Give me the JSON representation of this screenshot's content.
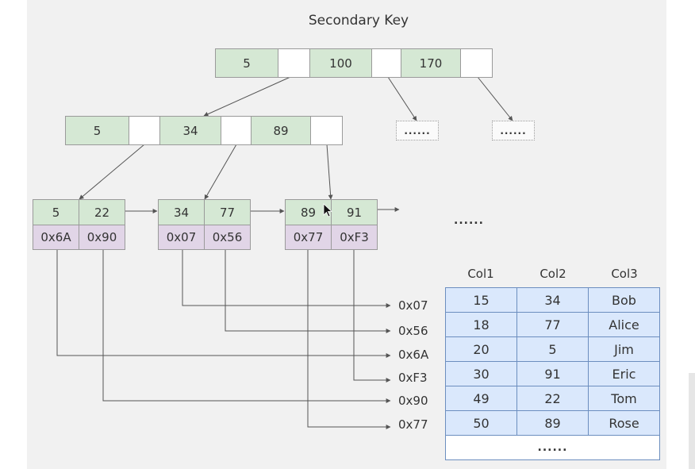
{
  "title": "Secondary Key",
  "root_node": {
    "keys": [
      "5",
      "100",
      "170"
    ]
  },
  "root_children_placeholders": [
    "......",
    "......"
  ],
  "internal_node": {
    "keys": [
      "5",
      "34",
      "89"
    ]
  },
  "leaves": [
    {
      "keys": [
        "5",
        "22"
      ],
      "addresses": [
        "0x6A",
        "0x90"
      ]
    },
    {
      "keys": [
        "34",
        "77"
      ],
      "addresses": [
        "0x07",
        "0x56"
      ]
    },
    {
      "keys": [
        "89",
        "91"
      ],
      "addresses": [
        "0x77",
        "0xF3"
      ]
    }
  ],
  "leaf_continuation": "......",
  "address_targets": [
    "0x07",
    "0x56",
    "0x6A",
    "0xF3",
    "0x90",
    "0x77"
  ],
  "table": {
    "headers": [
      "Col1",
      "Col2",
      "Col3"
    ],
    "rows": [
      [
        "15",
        "34",
        "Bob"
      ],
      [
        "18",
        "77",
        "Alice"
      ],
      [
        "20",
        "5",
        "Jim"
      ],
      [
        "30",
        "91",
        "Eric"
      ],
      [
        "49",
        "22",
        "Tom"
      ],
      [
        "50",
        "89",
        "Rose"
      ]
    ],
    "more": "......"
  },
  "colors": {
    "key_fill": "#d5e8d4",
    "address_fill": "#e1d5e7",
    "table_fill": "#dae8fc",
    "table_border": "#6c8ebf",
    "line": "#555555"
  }
}
